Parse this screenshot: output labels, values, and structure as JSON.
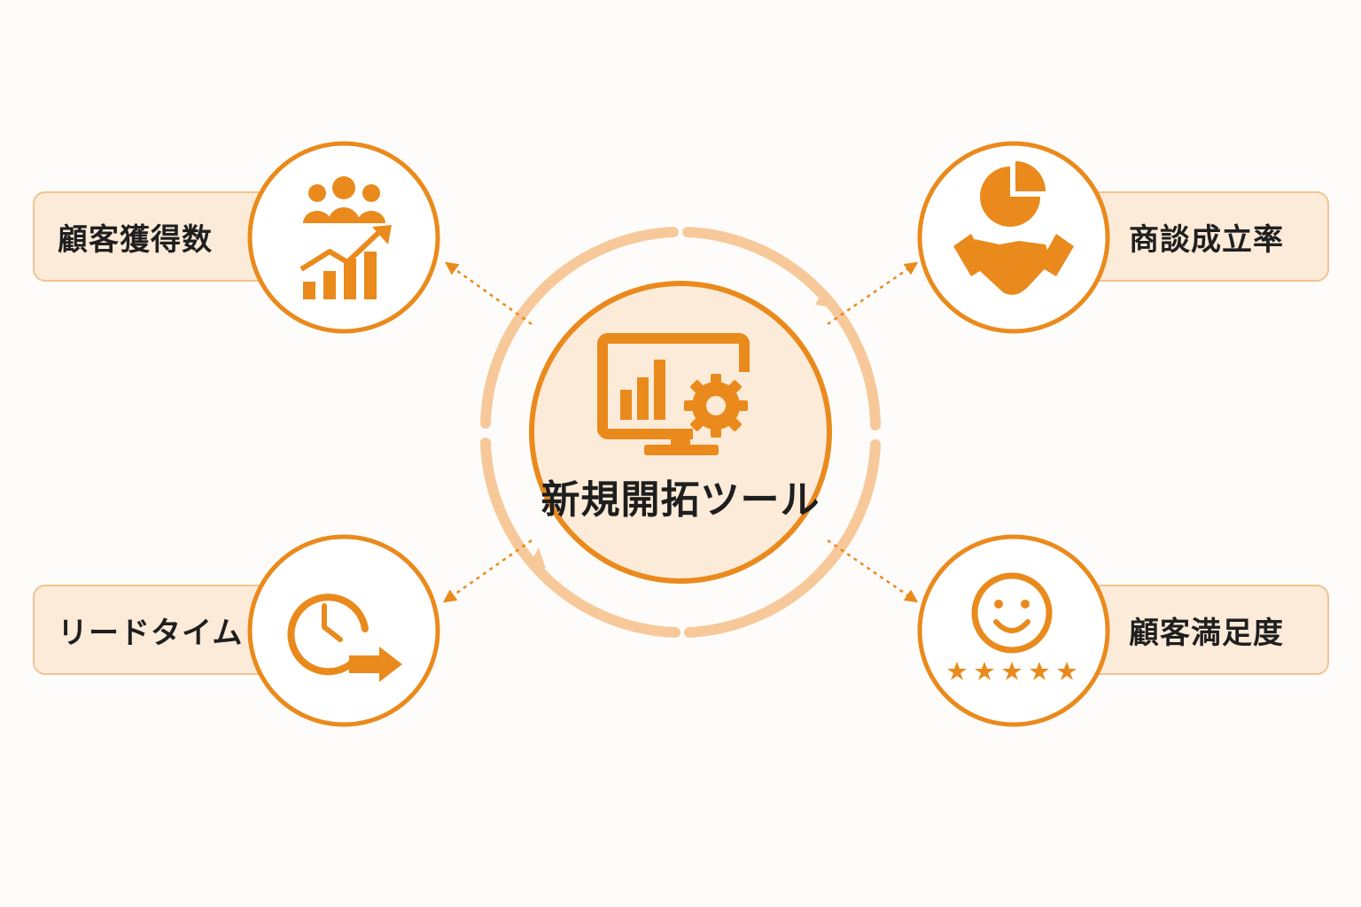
{
  "center": {
    "title": "新規開拓ツール",
    "icon": "monitor-chart-gear-icon"
  },
  "metrics": [
    {
      "key": "acquisition",
      "label": "顧客獲得数",
      "icon": "customers-growth-chart-icon"
    },
    {
      "key": "deal_rate",
      "label": "商談成立率",
      "icon": "pie-chart-handshake-icon"
    },
    {
      "key": "lead_time",
      "label": "リードタイム",
      "icon": "clock-arrow-icon"
    },
    {
      "key": "satisfaction",
      "label": "顧客満足度",
      "icon": "smiley-five-stars-icon"
    }
  ],
  "colors": {
    "accent": "#ea8a1c",
    "accent_light": "#f7c99a",
    "center_fill": "#fdebd9",
    "label_fill": "#fdebd9",
    "label_border": "#f1c392",
    "text": "#1f1f1f",
    "background": "#fefcfa"
  }
}
